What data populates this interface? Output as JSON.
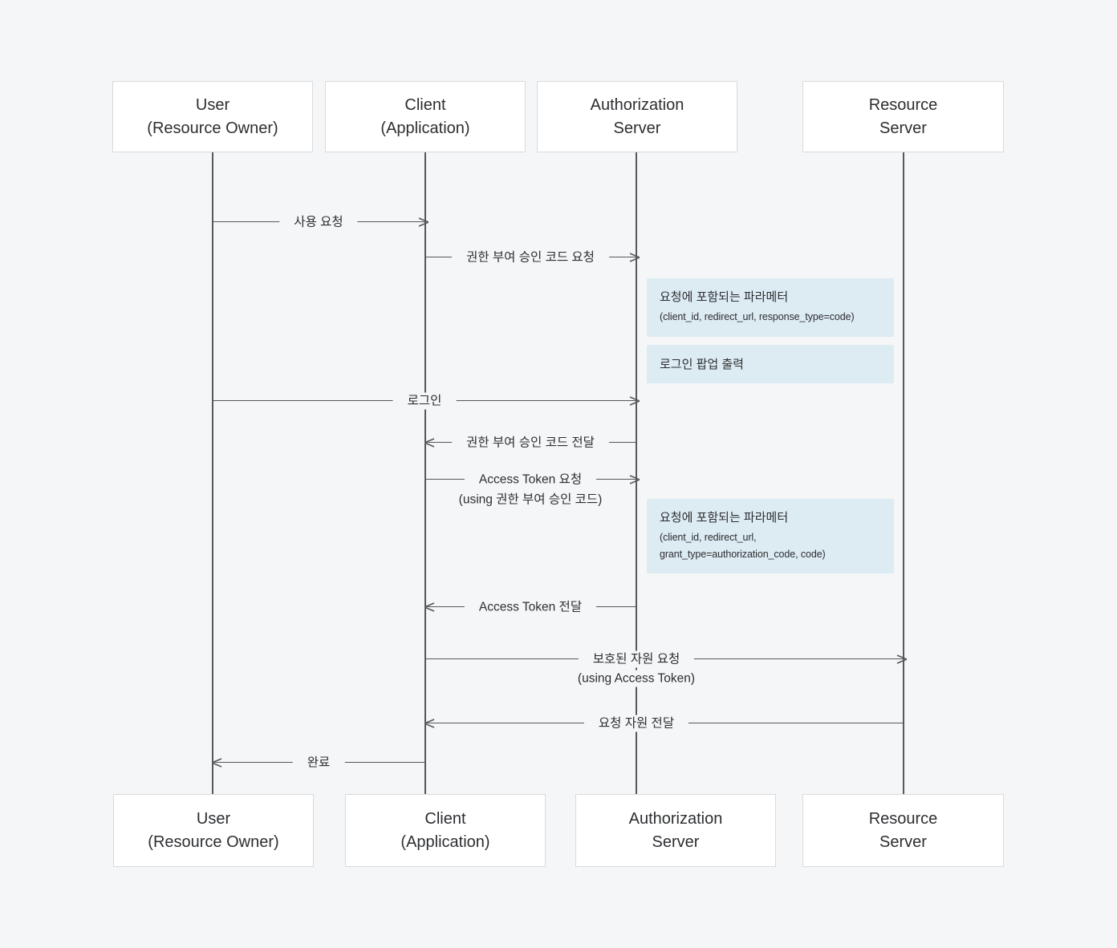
{
  "actors": {
    "top": [
      {
        "line1": "User",
        "line2": "(Resource Owner)"
      },
      {
        "line1": "Client",
        "line2": "(Application)"
      },
      {
        "line1": "Authorization",
        "line2": "Server"
      },
      {
        "line1": "Resource",
        "line2": "Server"
      }
    ],
    "bottom": [
      {
        "line1": "User",
        "line2": "(Resource Owner)"
      },
      {
        "line1": "Client",
        "line2": "(Application)"
      },
      {
        "line1": "Authorization",
        "line2": "Server"
      },
      {
        "line1": "Resource",
        "line2": "Server"
      }
    ]
  },
  "messages": [
    {
      "label": "사용 요청",
      "from": "User",
      "to": "Client"
    },
    {
      "label": "권한 부여 승인 코드 요청",
      "from": "Client",
      "to": "Authorization Server"
    },
    {
      "label": "로그인",
      "from": "User",
      "to": "Authorization Server"
    },
    {
      "label": "권한 부여 승인 코드 전달",
      "from": "Authorization Server",
      "to": "Client"
    },
    {
      "label": "Access Token 요청",
      "sublabel": "(using 권한 부여 승인 코드)",
      "from": "Client",
      "to": "Authorization Server"
    },
    {
      "label": "Access Token 전달",
      "from": "Authorization Server",
      "to": "Client"
    },
    {
      "label": "보호된 자원 요청",
      "sublabel": "(using Access Token)",
      "from": "Client",
      "to": "Resource Server"
    },
    {
      "label": "요청 자원 전달",
      "from": "Resource Server",
      "to": "Client"
    },
    {
      "label": "완료",
      "from": "Client",
      "to": "User"
    }
  ],
  "notes": [
    {
      "lines": [
        "요청에 포함되는 파라메터",
        "(client_id, redirect_url, response_type=code)"
      ]
    },
    {
      "lines": [
        "로그인 팝업 출력"
      ]
    },
    {
      "lines": [
        "요청에 포함되는 파라메터",
        "(client_id, redirect_url,",
        "grant_type=authorization_code, code)"
      ]
    }
  ],
  "colors": {
    "background": "#f4f6f8",
    "note_background": "#ddebf2",
    "box_border": "#d8dadc",
    "line": "#55585c",
    "text": "#2c2e31"
  }
}
